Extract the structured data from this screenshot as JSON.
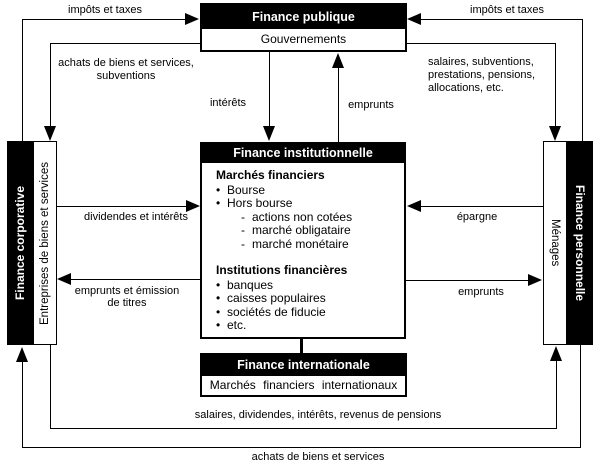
{
  "colors": {
    "box_fill": "#000000",
    "box_title_text": "#ffffff",
    "line": "#000000",
    "background": "#ffffff"
  },
  "boxes": {
    "publique": {
      "title": "Finance publique",
      "body": "Gouvernements"
    },
    "institutionnelle": {
      "title": "Finance institutionnelle",
      "section1": {
        "heading": "Marchés financiers",
        "items": [
          {
            "marker": "•",
            "text": "Bourse"
          },
          {
            "marker": "•",
            "text": "Hors bourse"
          },
          {
            "marker": "-",
            "text": "actions non cotées"
          },
          {
            "marker": "-",
            "text": "marché obligataire"
          },
          {
            "marker": "-",
            "text": "marché monétaire"
          }
        ]
      },
      "section2": {
        "heading": "Institutions financières",
        "items": [
          {
            "marker": "•",
            "text": "banques"
          },
          {
            "marker": "•",
            "text": "caisses populaires"
          },
          {
            "marker": "•",
            "text": "sociétés de fiducie"
          },
          {
            "marker": "•",
            "text": "etc."
          }
        ]
      }
    },
    "internationale": {
      "title": "Finance internationale",
      "body": "Marchés financiers internationaux"
    },
    "corporative": {
      "title": "Finance corporative",
      "body": "Entreprises de biens et services"
    },
    "personnelle": {
      "title": "Finance personnelle",
      "body": "Ménages"
    }
  },
  "flow_labels": {
    "impots_taxes_left": "impôts et taxes",
    "impots_taxes_right": "impôts et taxes",
    "achats_subventions_line1": "achats de biens et services,",
    "achats_subventions_line2": "subventions",
    "salaires_etc_line1": "salaires, subventions,",
    "salaires_etc_line2": "prestations, pensions,",
    "salaires_etc_line3": "allocations, etc.",
    "interets": "intérêts",
    "emprunts_gouvernements": "emprunts",
    "dividendes_interets": "dividendes et intérêts",
    "epargne": "épargne",
    "emprunts_emission_line1": "emprunts et émission",
    "emprunts_emission_line2": "de titres",
    "emprunts_menages": "emprunts",
    "salaires_dividendes_pensions": "salaires, dividendes, intérêts, revenus de pensions",
    "achats_biens_services": "achats de biens et services"
  }
}
